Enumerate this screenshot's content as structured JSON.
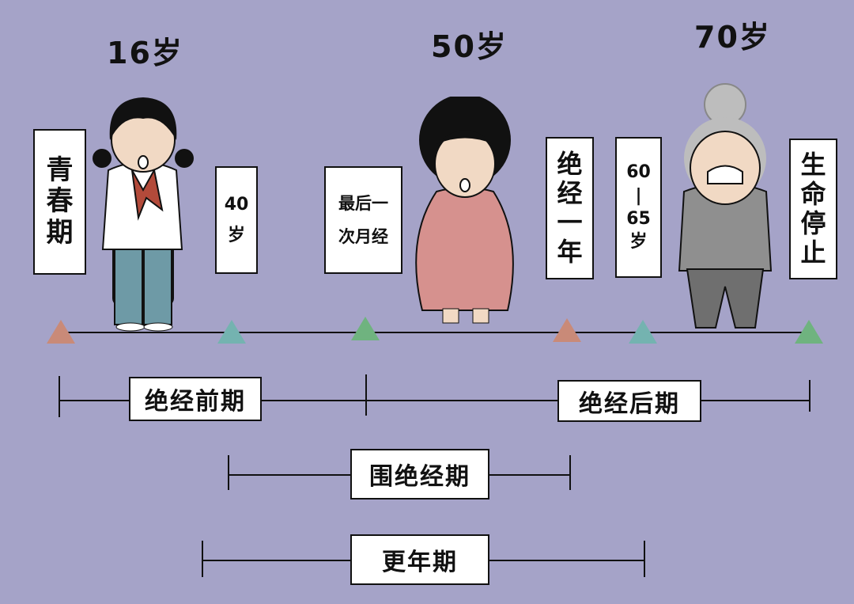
{
  "ages": {
    "a16": "16岁",
    "a50": "50岁",
    "a70": "70岁"
  },
  "markers": {
    "puberty": [
      "青",
      "春",
      "期"
    ],
    "age40": [
      "40",
      "岁"
    ],
    "last_period": [
      "最后一",
      "次月经"
    ],
    "one_year_after": [
      "绝",
      "经",
      "一",
      "年"
    ],
    "age60_65": [
      "60",
      "|",
      "65",
      "岁"
    ],
    "life_end": [
      "生",
      "命",
      "停",
      "止"
    ]
  },
  "periods": {
    "premenopause": "绝经前期",
    "postmenopause": "绝经后期",
    "perimenopause": "围绝经期",
    "climacteric": "更年期"
  },
  "colors": {
    "background": "#a5a3c8",
    "coral": "#c98a78",
    "teal": "#74b3b0",
    "green": "#6fb37f"
  }
}
